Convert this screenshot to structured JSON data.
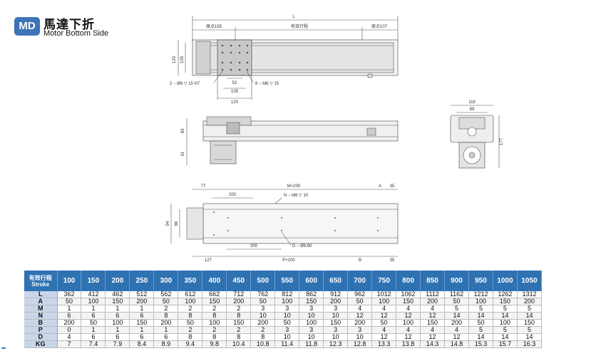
{
  "header": {
    "badge": "MD",
    "title": "馬達下折",
    "subtitle": "Motor Bottom Side"
  },
  "top_view": {
    "dim_L": "L",
    "origin_left": "原点155",
    "stroke_label": "有效行程",
    "origin_right": "原点107",
    "dim_120_side": "120",
    "dim_105_side": "105",
    "hole_note_left": "2 − Ø6 ▽ 15 H7",
    "dim_52": "52",
    "dim_105": "105",
    "dim_120": "120",
    "hole_note_right": "8 − M6 ▽ 15"
  },
  "side_view": {
    "dim_83": "83",
    "dim_91": "91"
  },
  "end_view": {
    "dim_118": "118",
    "dim_89": "89",
    "dim_177": "177"
  },
  "bottom_view": {
    "dim_77": "77",
    "dim_Mx200": "M×200",
    "dim_A": "A",
    "dim_35_top": "35",
    "dim_200_top": "200",
    "hole_note_N": "N − M6 ▽ 10",
    "dim_94": "94",
    "dim_66": "66",
    "dim_200_bottom": "200",
    "hole_note_D": "D − Ø6.60",
    "dim_127": "127",
    "dim_Px200": "P×200",
    "dim_B": "B",
    "dim_35_bottom": "35"
  },
  "table": {
    "header_label_zh": "有效行程",
    "header_label_en": "Stroke",
    "strokes": [
      "100",
      "150",
      "200",
      "250",
      "300",
      "350",
      "400",
      "450",
      "500",
      "550",
      "600",
      "650",
      "700",
      "750",
      "800",
      "850",
      "900",
      "950",
      "1000",
      "1050"
    ],
    "rows": [
      {
        "label": "L",
        "values": [
          "362",
          "412",
          "462",
          "512",
          "562",
          "612",
          "662",
          "712",
          "762",
          "812",
          "862",
          "912",
          "962",
          "1012",
          "1062",
          "1112",
          "1162",
          "1212",
          "1262",
          "1312"
        ]
      },
      {
        "label": "A",
        "values": [
          "50",
          "100",
          "150",
          "200",
          "50",
          "100",
          "150",
          "200",
          "50",
          "100",
          "150",
          "200",
          "50",
          "100",
          "150",
          "200",
          "50",
          "100",
          "150",
          "200"
        ]
      },
      {
        "label": "M",
        "values": [
          "1",
          "1",
          "1",
          "1",
          "2",
          "2",
          "2",
          "2",
          "3",
          "3",
          "3",
          "3",
          "4",
          "4",
          "4",
          "4",
          "5",
          "5",
          "5",
          "5"
        ]
      },
      {
        "label": "N",
        "values": [
          "6",
          "6",
          "6",
          "6",
          "8",
          "8",
          "8",
          "8",
          "10",
          "10",
          "10",
          "10",
          "12",
          "12",
          "12",
          "12",
          "14",
          "14",
          "14",
          "14"
        ]
      },
      {
        "label": "B",
        "values": [
          "200",
          "50",
          "100",
          "150",
          "200",
          "50",
          "100",
          "150",
          "200",
          "50",
          "100",
          "150",
          "200",
          "50",
          "100",
          "150",
          "200",
          "50",
          "100",
          "150"
        ]
      },
      {
        "label": "P",
        "values": [
          "0",
          "1",
          "1",
          "1",
          "1",
          "2",
          "2",
          "2",
          "2",
          "3",
          "3",
          "3",
          "3",
          "4",
          "4",
          "4",
          "4",
          "5",
          "5",
          "5"
        ]
      },
      {
        "label": "D",
        "values": [
          "4",
          "6",
          "6",
          "6",
          "6",
          "8",
          "8",
          "8",
          "8",
          "10",
          "10",
          "10",
          "10",
          "12",
          "12",
          "12",
          "12",
          "14",
          "14",
          "14"
        ]
      },
      {
        "label": "KG",
        "values": [
          "7",
          "7.4",
          "7.9",
          "8.4",
          "8.9",
          "9.4",
          "9.8",
          "10.4",
          "10.8",
          "11.4",
          "11.8",
          "12.3",
          "12.8",
          "13.3",
          "13.8",
          "14.3",
          "14.8",
          "15.3",
          "15.7",
          "16.3"
        ]
      }
    ]
  }
}
